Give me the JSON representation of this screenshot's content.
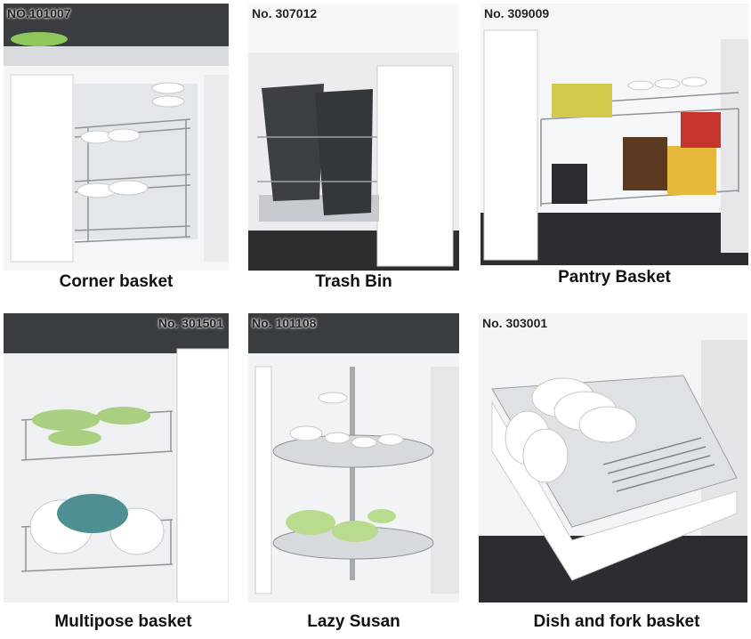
{
  "products": [
    {
      "code": "NO.101007",
      "name": "Corner basket"
    },
    {
      "code": "No. 307012",
      "name": "Trash Bin"
    },
    {
      "code": "No. 309009",
      "name": "Pantry Basket"
    },
    {
      "code": "No. 301501",
      "name": "Multipose basket"
    },
    {
      "code": "No. 101108",
      "name": "Lazy Susan"
    },
    {
      "code": "No. 303001",
      "name": "Dish and fork basket"
    }
  ]
}
